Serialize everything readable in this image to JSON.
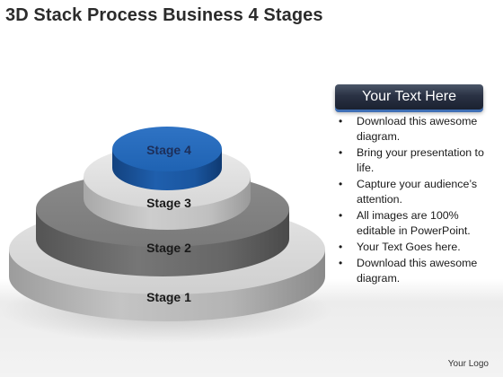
{
  "title": "3D Stack Process Business 4 Stages",
  "stages": [
    "Stage 1",
    "Stage 2",
    "Stage 3",
    "Stage 4"
  ],
  "colors": {
    "stage1": "#c9c9c9",
    "stage2": "#6b6b6b",
    "stage3": "#d2d2d2",
    "stage4": "#1f5fad",
    "header_bar": "#2a3244",
    "header_underline": "#3f6fb5"
  },
  "panel": {
    "header": "Your Text Here",
    "bullet_icon": "bullet-dot",
    "bullets": [
      "Download this awesome diagram.",
      "Bring your presentation to life.",
      "Capture your audience’s attention.",
      "All images are 100% editable in PowerPoint.",
      "Your Text Goes here.",
      "Download this awesome diagram."
    ]
  },
  "footer": {
    "logo": "Your Logo"
  }
}
